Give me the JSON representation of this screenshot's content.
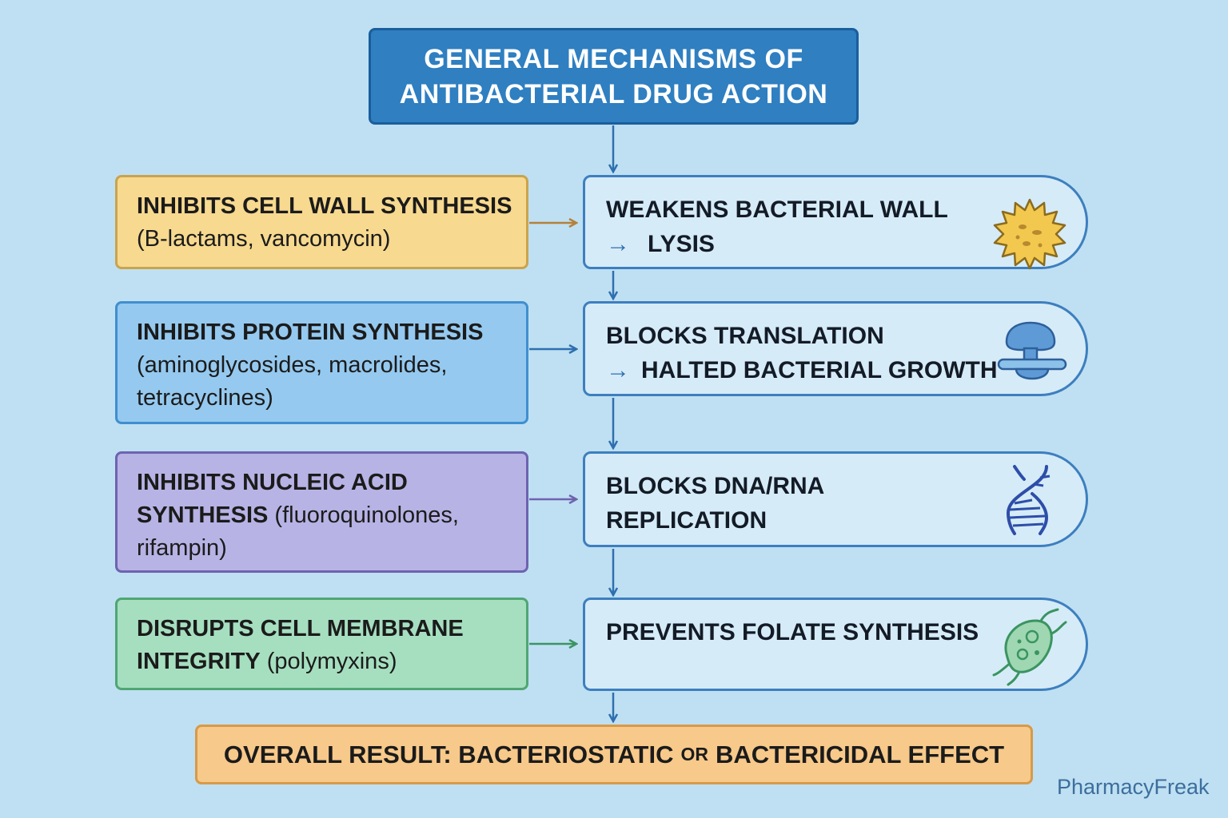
{
  "title": {
    "line1": "GENERAL MECHANISMS OF",
    "line2": "ANTIBACTERIAL DRUG ACTION"
  },
  "mechanisms": [
    {
      "lines": [
        {
          "bold": "INHIBITS CELL WALL SYNTHESIS",
          "normal": ""
        },
        {
          "bold": "",
          "normal": "(B-lactams, vancomycin)"
        }
      ],
      "fill": "#f7d98f",
      "border": "#c9a44e"
    },
    {
      "lines": [
        {
          "bold": "INHIBITS PROTEIN SYNTHESIS",
          "normal": ""
        },
        {
          "bold": "",
          "normal": "(aminoglycosides, macrolides,"
        },
        {
          "bold": "",
          "normal": "tetracyclines)"
        }
      ],
      "fill": "#95c9ef",
      "border": "#3f8fcf"
    },
    {
      "lines": [
        {
          "bold": "INHIBITS NUCLEIC ACID",
          "normal": ""
        },
        {
          "bold": "SYNTHESIS",
          "normal": " (fluoroquinolones,"
        },
        {
          "bold": "",
          "normal": "rifampin)"
        }
      ],
      "fill": "#b7b3e5",
      "border": "#6e63b0"
    },
    {
      "lines": [
        {
          "bold": "DISRUPTS CELL MEMBRANE",
          "normal": ""
        },
        {
          "bold": "INTEGRITY",
          "normal": " (polymyxins)"
        }
      ],
      "fill": "#a6dfc0",
      "border": "#4fa673"
    }
  ],
  "effects": [
    {
      "line1": "WEAKENS BACTERIAL WALL",
      "arrow": "→",
      "line2": "LYSIS",
      "icon": "bacterium-spiky-icon"
    },
    {
      "line1": "BLOCKS TRANSLATION",
      "arrow": "→",
      "line2": "HALTED BACTERIAL GROWTH",
      "icon": "ribosome-icon"
    },
    {
      "line1": "BLOCKS DNA/RNA",
      "arrow": "",
      "line2": "REPLICATION",
      "icon": "dna-helix-icon"
    },
    {
      "line1": "PREVENTS FOLATE SYNTHESIS",
      "arrow": "",
      "line2": "",
      "icon": "bacterium-flagella-icon"
    }
  ],
  "result": {
    "part1": "OVERALL RESULT: BACTERIOSTATIC",
    "or": "OR",
    "part2": "BACTERICIDAL EFFECT"
  },
  "watermark": "PharmacyFreak",
  "colors": {
    "background": "#bfe0f2",
    "title_fill": "#2f7fc1",
    "connector": "#2e6fb0",
    "effect_fill": "#d6ebf8",
    "result_fill": "#f7c98a"
  }
}
